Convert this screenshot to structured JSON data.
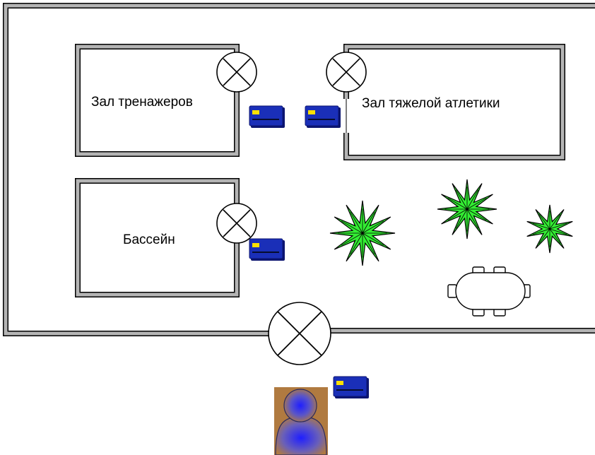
{
  "rooms": {
    "gym": {
      "label": "Зал тренажеров"
    },
    "weightlifting": {
      "label": "Зал тяжелой атлетики"
    },
    "pool": {
      "label": "Бассейн"
    }
  },
  "colors": {
    "wall_outer": "#000000",
    "wall_fill": "#b4b4b4",
    "card_body": "#1a2fb8",
    "card_chip": "#ffe000",
    "plant_fill": "#33ee33",
    "person_glow": "#3333ff",
    "person_shadow": "#b07030"
  },
  "icons": {
    "door_lock": "cross-circle-icon",
    "access_card": "access-card-icon",
    "plant": "plant-icon",
    "table": "dining-table-icon",
    "person": "person-icon"
  }
}
